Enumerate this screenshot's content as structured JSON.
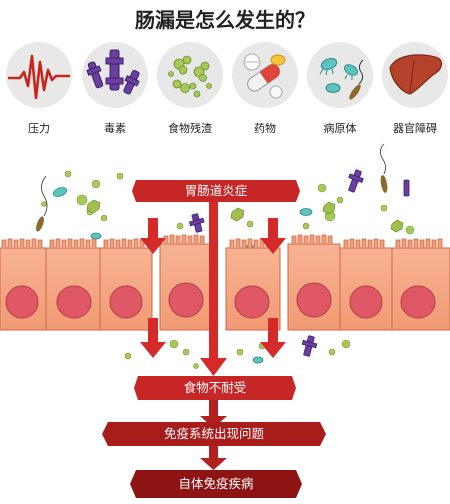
{
  "title": "肠漏是怎么发生的？",
  "causes": [
    {
      "label": "压力",
      "icon": "stress-wave-icon"
    },
    {
      "label": "毒素",
      "icon": "toxin-molecule-icon"
    },
    {
      "label": "食物残渣",
      "icon": "food-residue-icon"
    },
    {
      "label": "药物",
      "icon": "pill-capsule-icon"
    },
    {
      "label": "病原体",
      "icon": "pathogen-bacteria-icon"
    },
    {
      "label": "器官障碍",
      "icon": "liver-organ-icon"
    }
  ],
  "flow": {
    "top": "胃肠道炎症",
    "step1": "食物不耐受",
    "step2": "免疫系统出现问题",
    "step3": "自体免疫疾病"
  },
  "colors": {
    "cell": "#f4a07f",
    "nucleus": "#e25b6a",
    "arrow": "#d42a2a",
    "tag_dark": "#9c1616",
    "tag_mid": "#c72626",
    "circle_bg": "#e8e8e8"
  }
}
